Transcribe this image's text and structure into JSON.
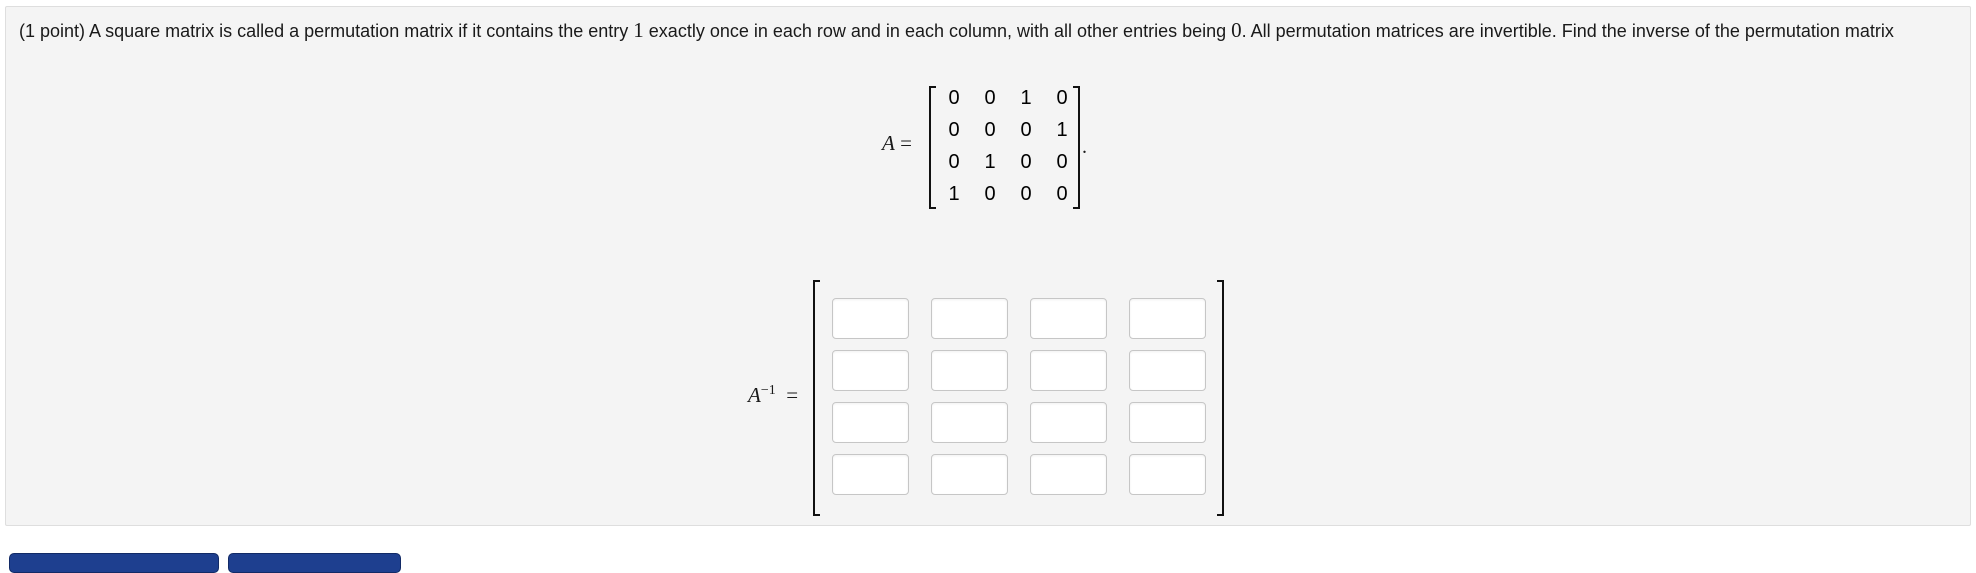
{
  "problem": {
    "points": "(1 point)",
    "text_1": " A square matrix is called a permutation matrix if it contains the entry ",
    "num_one": "1",
    "text_2": " exactly once in each row and in each column, with all other entries being ",
    "num_zero": "0",
    "text_3": ". All permutation matrices are invertible. Find the inverse of the permutation matrix"
  },
  "matrix_a": {
    "label": "A",
    "equals": "=",
    "trailing": ".",
    "rows": [
      [
        "0",
        "0",
        "1",
        "0"
      ],
      [
        "0",
        "0",
        "0",
        "1"
      ],
      [
        "0",
        "1",
        "0",
        "0"
      ],
      [
        "1",
        "0",
        "0",
        "0"
      ]
    ]
  },
  "inverse": {
    "label": "A",
    "exponent": "−1",
    "equals": "=",
    "cells": [
      [
        "",
        "",
        "",
        ""
      ],
      [
        "",
        "",
        "",
        ""
      ],
      [
        "",
        "",
        "",
        ""
      ],
      [
        "",
        "",
        "",
        ""
      ]
    ]
  }
}
